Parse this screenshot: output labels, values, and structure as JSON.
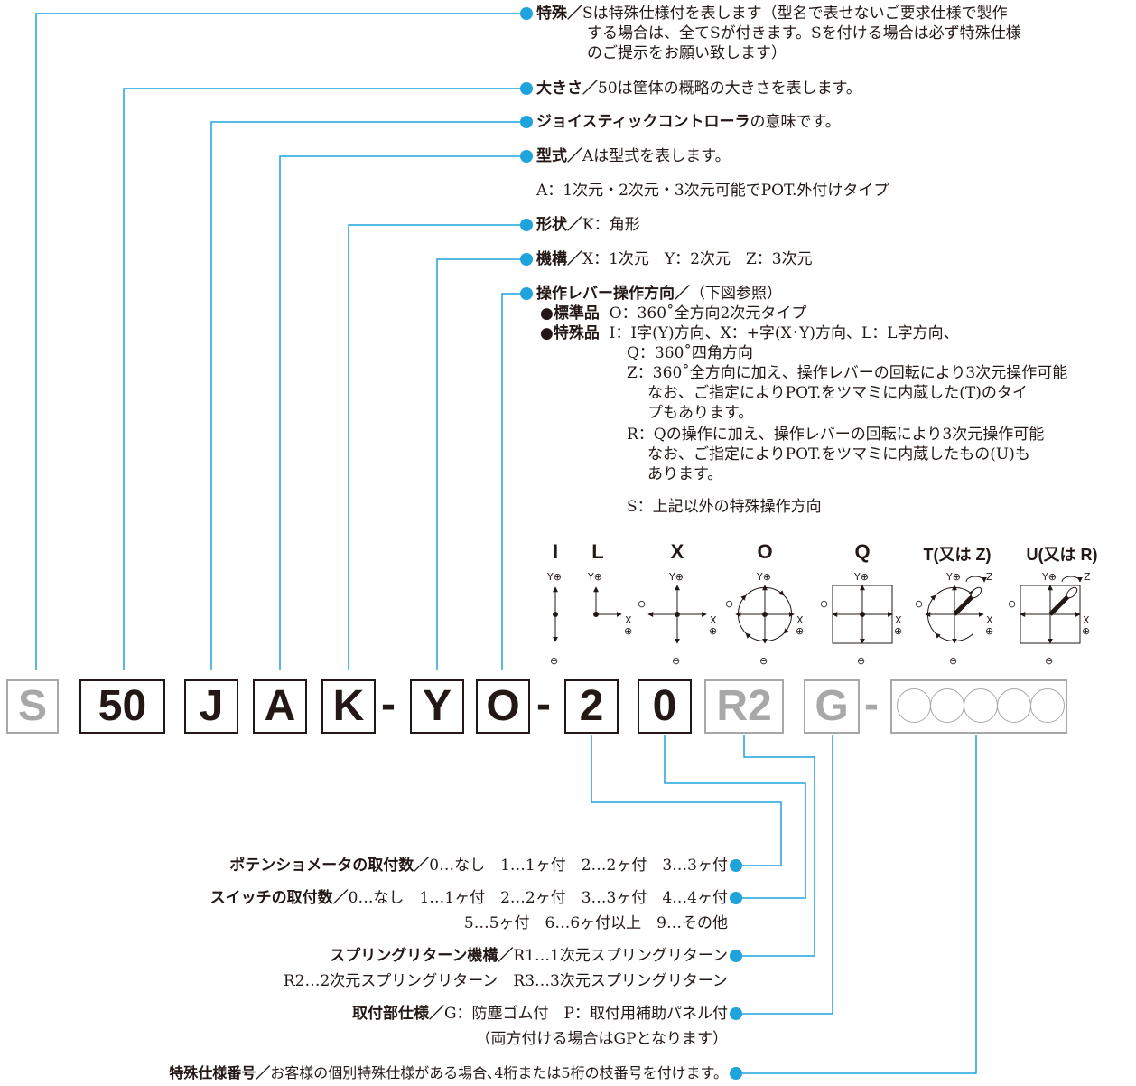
{
  "descriptions": {
    "special": {
      "label": "特殊／",
      "line1": "Sは特殊仕様付を表します（型名で表せないご要求仕様で製作",
      "line2": "する場合は、全てSが付きます。Sを付ける場合は必ず特殊仕様",
      "line3": "のご提示をお願い致します）"
    },
    "size": {
      "label": "大きさ／",
      "text": "50は筐体の概略の大きさを表します。"
    },
    "joystick": {
      "label": "ジョイスティックコントローラ",
      "text": "の意味です。"
    },
    "type": {
      "label": "型式／",
      "text": "Aは型式を表します。",
      "detail": "A：1次元・2次元・3次元可能でPOT.外付けタイプ"
    },
    "shape": {
      "label": "形状／",
      "text": "K：角形"
    },
    "mechanism": {
      "label": "機構／",
      "text": "X：1次元　Y：2次元　Z：3次元"
    },
    "direction": {
      "label": "操作レバー操作方向／",
      "text": "（下図参照）",
      "standard_label": "●標準品",
      "standard_text": "O：360˚全方向2次元タイプ",
      "special_label": "●特殊品",
      "special_lines": [
        "I：I字(Y)方向、X：+字(X･Y)方向、L：L字方向、",
        "Q：360˚四角方向",
        "Z：360˚全方向に加え、操作レバーの回転により3次元操作可能",
        "なお、ご指定によりPOT.をツマミに内蔵した(T)のタイ",
        "プもあります。",
        "R：Qの操作に加え、操作レバーの回転により3次元操作可能",
        "なお、ご指定によりPOT.をツマミに内蔵したもの(U)も",
        "あります。",
        "S：上記以外の特殊操作方向"
      ]
    }
  },
  "direction_diagrams": {
    "labels": [
      "I",
      "L",
      "X",
      "O",
      "Q",
      "T(又は Z)",
      "U(又は R)"
    ],
    "axis": {
      "y": "Y⊕",
      "x": "X",
      "plus": "⊕",
      "minus": "⊖",
      "z": "Z"
    }
  },
  "model_code": {
    "boxes": [
      "S",
      "50",
      "J",
      "A",
      "K",
      "Y",
      "O",
      "2",
      "0",
      "R2",
      "G"
    ],
    "dash": "-"
  },
  "options": {
    "potentiometer": {
      "label": "ポテンショメータの取付数／",
      "text": "0…なし　1…1ヶ付　2…2ヶ付　3…3ヶ付"
    },
    "switch": {
      "label": "スイッチの取付数／",
      "text": "0…なし　1…1ヶ付　2…2ヶ付　3…3ヶ付　4…4ヶ付",
      "line2": "5…5ヶ付　6…6ヶ付以上　9…その他"
    },
    "spring": {
      "label": "スプリングリターン機構／",
      "text": "R1…1次元スプリングリターン",
      "line2": "R2…2次元スプリングリターン　R3…3次元スプリングリターン"
    },
    "mount": {
      "label": "取付部仕様／",
      "text": "G：防塵ゴム付　P：取付用補助パネル付",
      "line2": "（両方付ける場合はGPとなります）"
    },
    "special_number": {
      "label": "特殊仕様番号／",
      "text": "お客様の個別特殊仕様がある場合､4桁または5桁の枝番号を付けます。"
    }
  },
  "colors": {
    "leader": "#1fa3dc",
    "text": "#231815",
    "optional": "#a8a8a8"
  }
}
